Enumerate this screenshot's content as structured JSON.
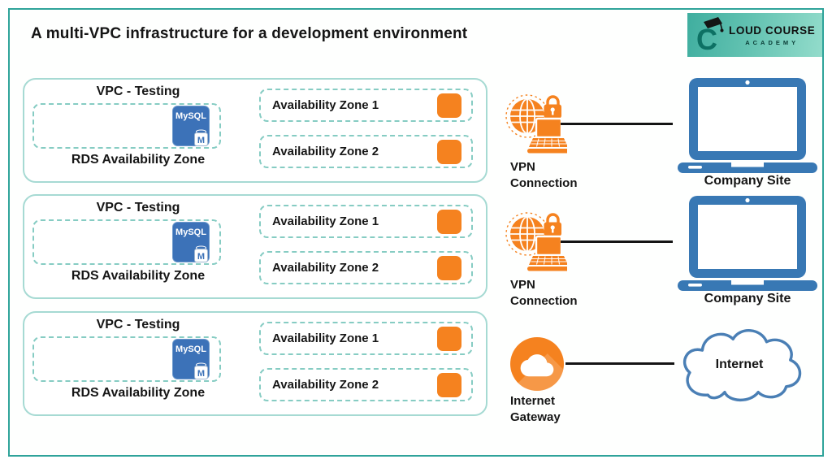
{
  "title": "A multi-VPC infrastructure for a development environment",
  "logo": {
    "monogram": "C",
    "main": "LOUD COURSE",
    "sub": "ACADEMY"
  },
  "vpc_blocks": [
    {
      "title": "VPC - Testing",
      "db_label": "MySQL",
      "db_badge": "M",
      "rds_label": "RDS Availability Zone",
      "zones": [
        "Availability Zone 1",
        "Availability Zone 2"
      ]
    },
    {
      "title": "VPC - Testing",
      "db_label": "MySQL",
      "db_badge": "M",
      "rds_label": "RDS Availability Zone",
      "zones": [
        "Availability Zone 1",
        "Availability Zone 2"
      ]
    },
    {
      "title": "VPC - Testing",
      "db_label": "MySQL",
      "db_badge": "M",
      "rds_label": "RDS Availability Zone",
      "zones": [
        "Availability Zone 1",
        "Availability Zone 2"
      ]
    }
  ],
  "connections": [
    {
      "label": "VPN Connection",
      "target": "Company Site"
    },
    {
      "label": "VPN Connection",
      "target": "Company Site"
    },
    {
      "label": "Internet Gateway",
      "target": "Internet"
    }
  ],
  "colors": {
    "teal_frame": "#2FA39A",
    "teal_border_light": "#A6DAD3",
    "teal_dashed": "#86CCC3",
    "orange": "#F5821F",
    "mysql_blue": "#3C72B8",
    "laptop_blue": "#3878B4",
    "cloud_outline": "#4A7FB5"
  }
}
